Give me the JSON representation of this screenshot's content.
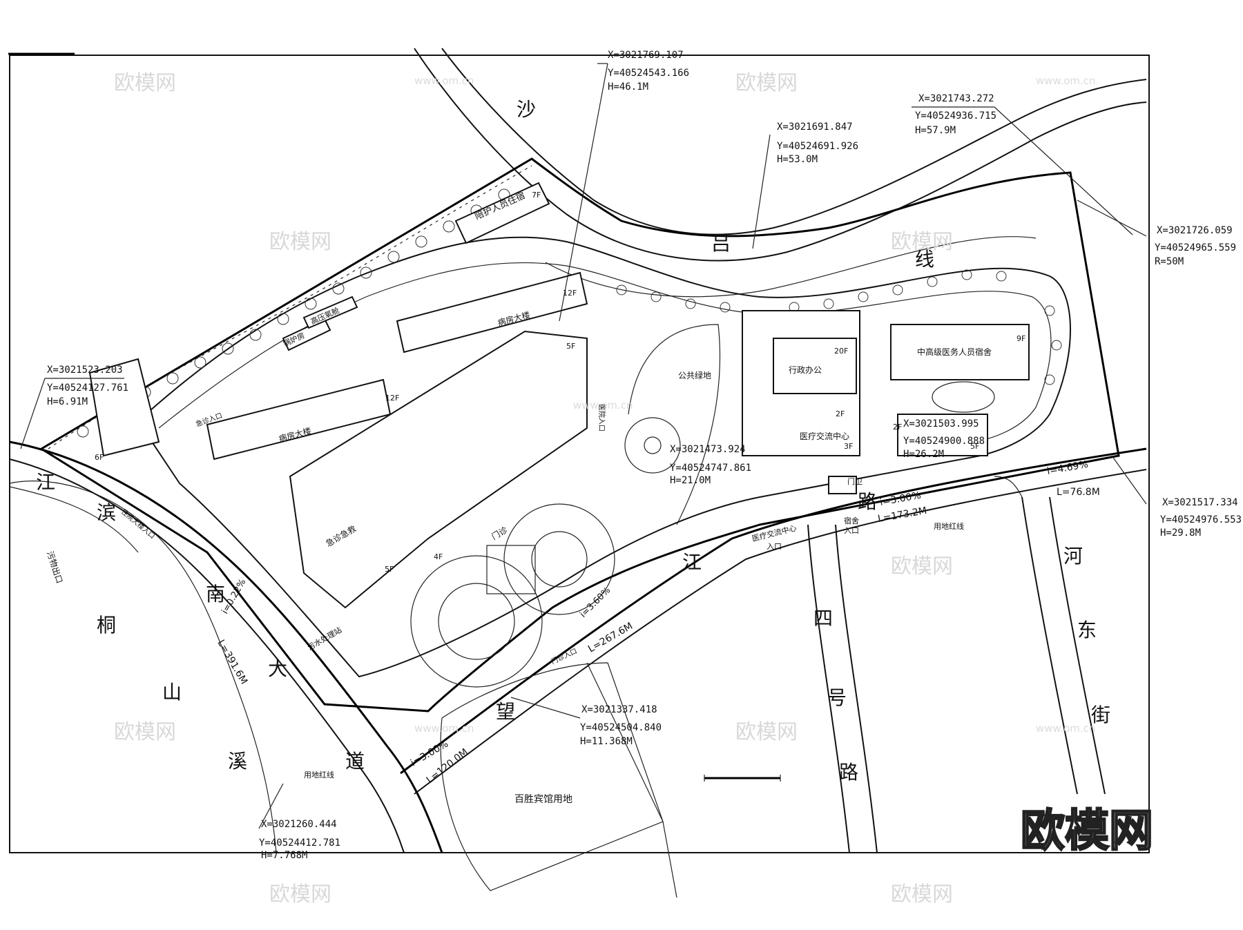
{
  "brand": {
    "logo_text": "欧模网",
    "watermark_text": "欧模网",
    "watermark_url": "www.om.cn"
  },
  "roads": {
    "shalv_1": "沙",
    "shalv_2": "吕",
    "shalv_3": "线",
    "jiangbin_1": "江",
    "jiangbin_2": "滨",
    "jiangbin_3": "南",
    "jiangbin_4": "大",
    "jiangbin_5": "道",
    "wangjiang_1": "望",
    "wangjiang_2": "江",
    "wangjiang_3": "路",
    "sihao_1": "四",
    "sihao_2": "号",
    "sihao_3": "路",
    "hedong_1": "河",
    "hedong_2": "东",
    "hedong_3": "街",
    "tongshan_1": "桐",
    "tongshan_2": "山",
    "tongshan_3": "溪"
  },
  "buildings": {
    "escort_housing": "陪护人员住宿",
    "escort_floors": "7F",
    "boiler_room": "锅炉房",
    "hv_room": "高压氧舱",
    "ward_north": "病房大楼",
    "ward_north_floors": "12F",
    "ward_mid": "病房大楼",
    "ward_mid_floors": "12F",
    "main_5f": "5F",
    "clinic": "门诊",
    "emergency": "急诊急救",
    "block_4f": "4F",
    "block_5f": "5F",
    "block_6f": "6F",
    "admin": "行政办公",
    "admin_floors": "20F",
    "exchange": "医疗交流中心",
    "exchange_2f": "2F",
    "exchange_3f": "3F",
    "dorm": "中高级医务人员宿舍",
    "dorm_9f": "9F",
    "dorm_2f": "2F",
    "dorm_5f": "5F",
    "public_green": "公共绿地",
    "sewage": "污水处理站",
    "hotel_land": "百胜宾馆用地",
    "gatehouse": "门卫"
  },
  "labels": {
    "sewage_outlet": "污物出口",
    "redline_1": "用地红线",
    "redline_2": "用地红线",
    "dorm_entrance_1": "宿舍",
    "dorm_entrance_2": "入口",
    "exchange_entrance_1": "医疗交流中心",
    "exchange_entrance_2": "入口",
    "clinic_entrance": "门诊入口",
    "inpatient_entrance": "住院大楼入口",
    "emergency_entrance": "急诊入口",
    "side_entrance": "医院入口"
  },
  "slopes": [
    {
      "id": "s1",
      "grade": "i=0.22%",
      "length": "L=391.6M"
    },
    {
      "id": "s2",
      "grade": "i=3.00%",
      "length": "L=173.2M"
    },
    {
      "id": "s3",
      "grade": "i=4.69%",
      "length": "L=76.8M"
    },
    {
      "id": "s4",
      "grade": "i=3.00%",
      "length": "L=120.0M"
    },
    {
      "id": "s5",
      "grade": "i=3.60%",
      "length": "L=267.6M"
    }
  ],
  "coordinates": [
    {
      "id": "c1",
      "x": "X=3021769.107",
      "y": "Y=40524543.166",
      "h": "H=46.1M"
    },
    {
      "id": "c2",
      "x": "X=3021691.847",
      "y": "Y=40524691.926",
      "h": "H=53.0M"
    },
    {
      "id": "c3",
      "x": "X=3021743.272",
      "y": "Y=40524936.715",
      "h": "H=57.9M"
    },
    {
      "id": "c4",
      "x": "X=3021726.059",
      "y": "Y=40524965.559",
      "h": "R=50M"
    },
    {
      "id": "c5",
      "x": "X=3021523.203",
      "y": "Y=40524127.761",
      "h": "H=6.91M"
    },
    {
      "id": "c6",
      "x": "X=3021503.995",
      "y": "Y=40524900.888",
      "h": "H=26.2M"
    },
    {
      "id": "c7",
      "x": "X=3021473.924",
      "y": "Y=40524747.861",
      "h": "H=21.0M"
    },
    {
      "id": "c8",
      "x": "X=3021517.334",
      "y": "Y=40524976.553",
      "h": "H=29.8M"
    },
    {
      "id": "c9",
      "x": "X=3021337.418",
      "y": "Y=40524504.840",
      "h": "H=11.368M"
    },
    {
      "id": "c10",
      "x": "X=3021260.444",
      "y": "Y=40524412.781",
      "h": "H=7.768M"
    }
  ]
}
